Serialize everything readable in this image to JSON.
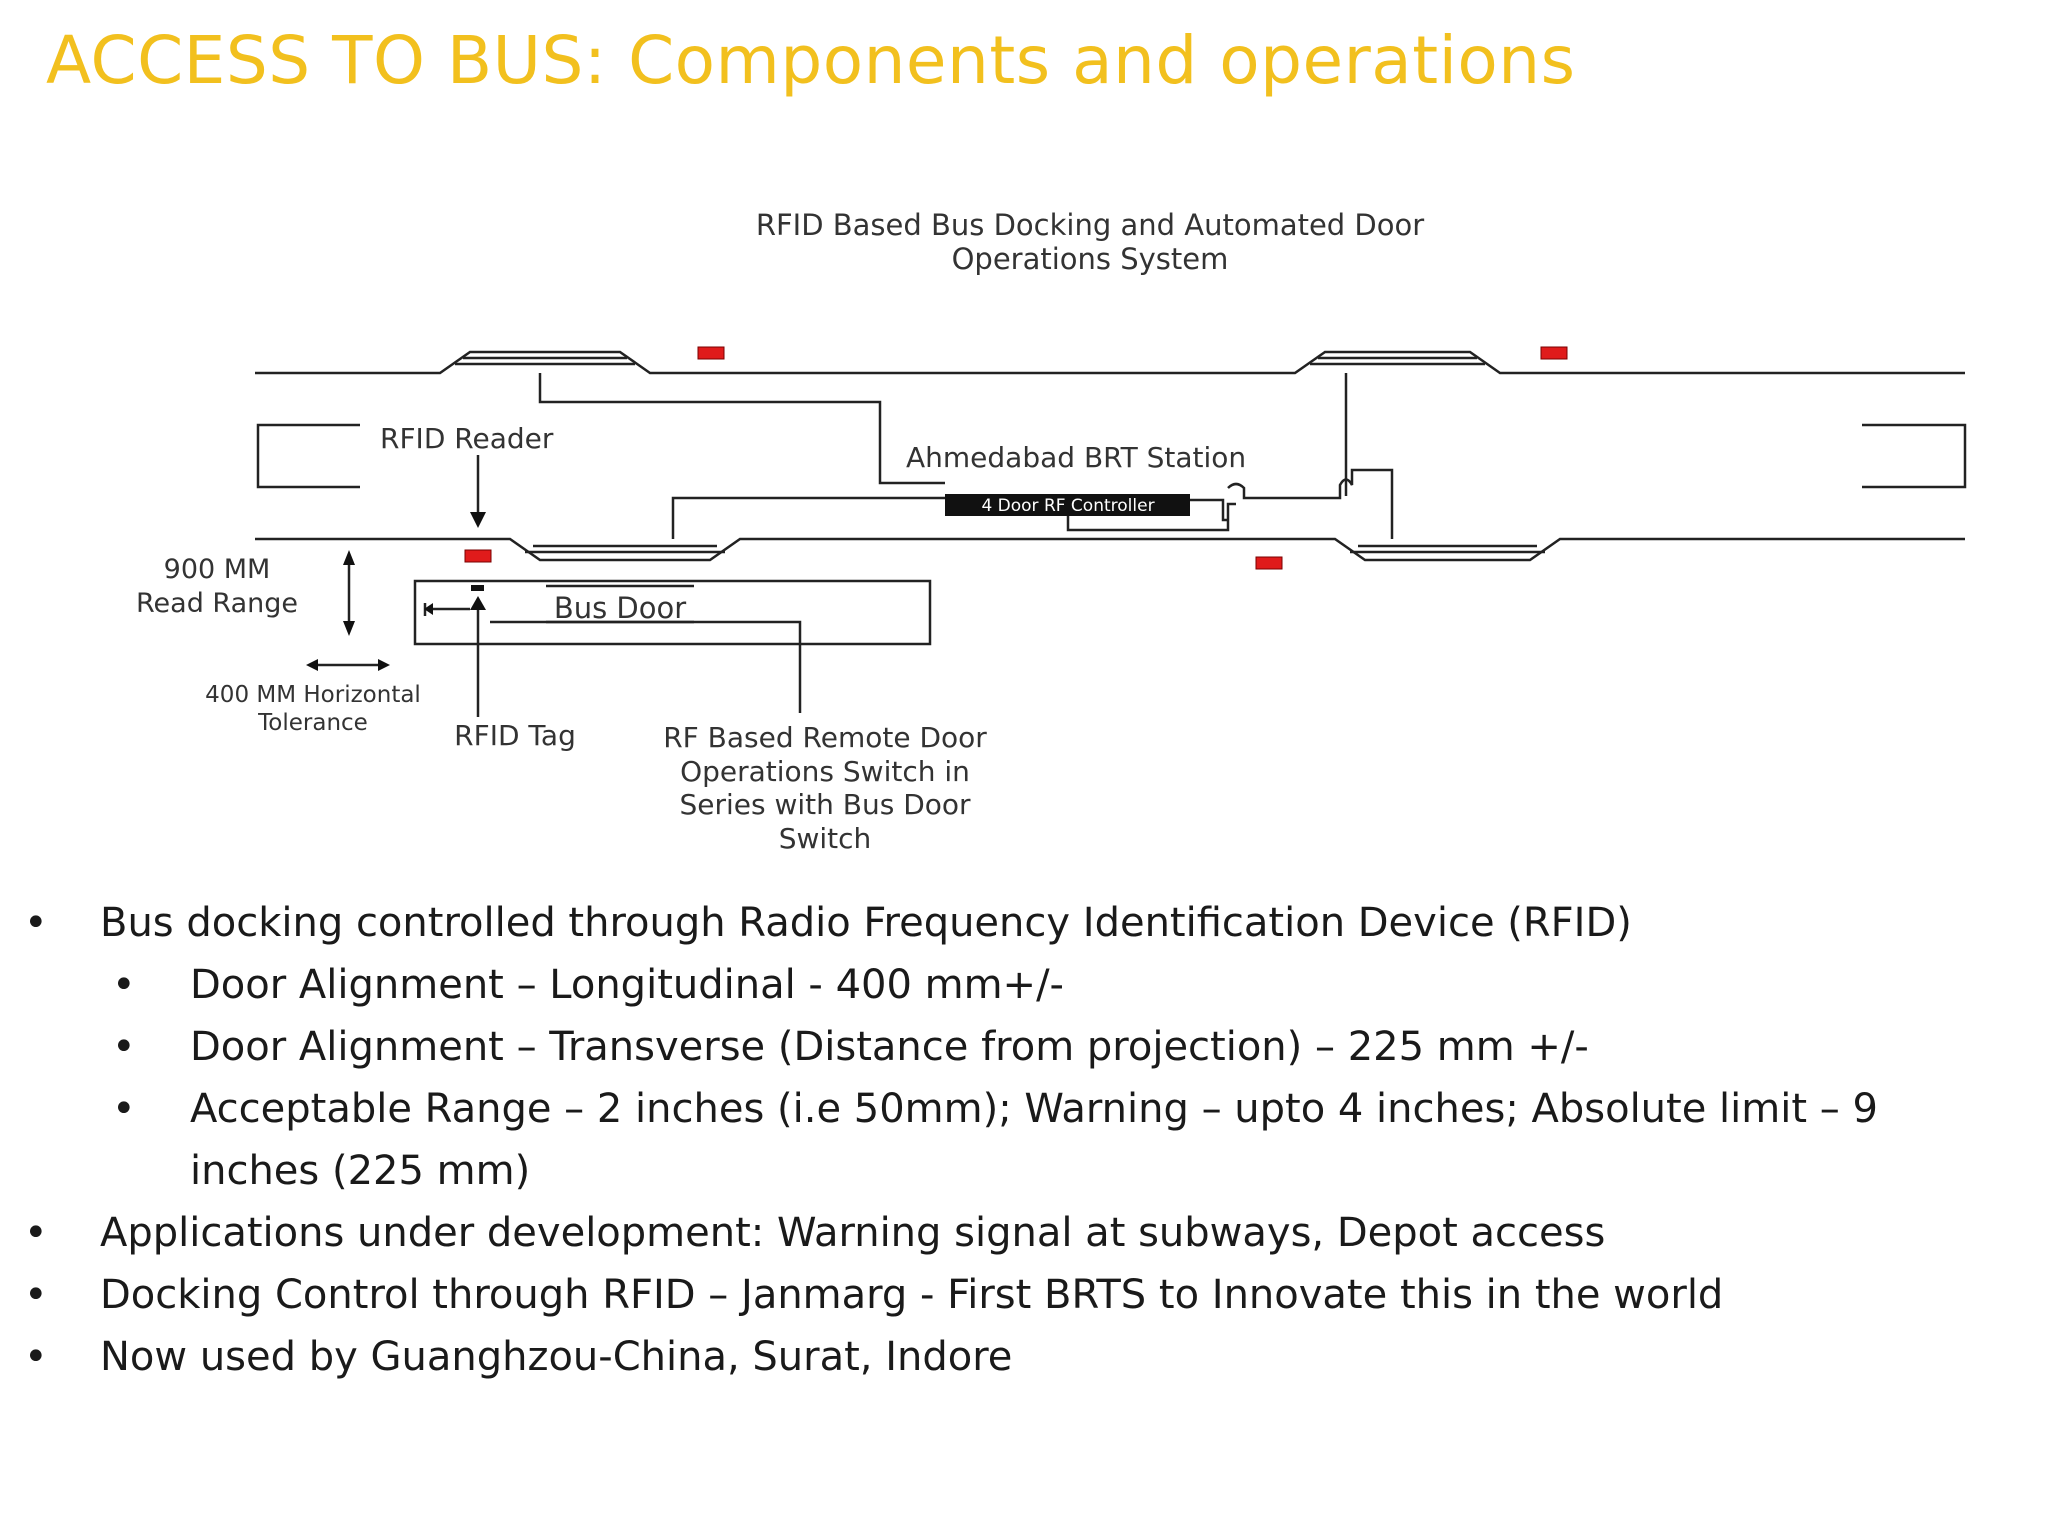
{
  "slide": {
    "title": "ACCESS TO BUS: Components and operations"
  },
  "diagram": {
    "title_line1": "RFID Based Bus Docking and Automated Door",
    "title_line2": "Operations System",
    "rfid_reader": "RFID Reader",
    "station": "Ahmedabad BRT Station",
    "controller": "4 Door RF Controller",
    "read_range_line1": "900 MM",
    "read_range_line2": "Read Range",
    "bus_door": "Bus Door",
    "tolerance_line1": "400 MM Horizontal",
    "tolerance_line2": "Tolerance",
    "rfid_tag": "RFID Tag",
    "switch_line1": "RF Based Remote Door",
    "switch_line2": "Operations Switch in",
    "switch_line3": "Series with Bus Door",
    "switch_line4": "Switch",
    "colors": {
      "rfid_marker": "#e01b1b",
      "controller_bg": "#111111",
      "title": "#f2c01e"
    }
  },
  "bullets": [
    "Bus docking controlled through Radio Frequency Identification Device (RFID)",
    "Door Alignment – Longitudinal - 400 mm+/-",
    "Door Alignment – Transverse (Distance from projection) – 225 mm +/-",
    "Acceptable Range – 2 inches (i.e 50mm); Warning – upto 4 inches; Absolute limit – 9 inches (225 mm)",
    "Applications under development: Warning signal at subways, Depot access",
    "Docking Control through RFID – Janmarg - First BRTS to Innovate this in the world",
    "Now used by Guanghzou-China, Surat, Indore"
  ]
}
